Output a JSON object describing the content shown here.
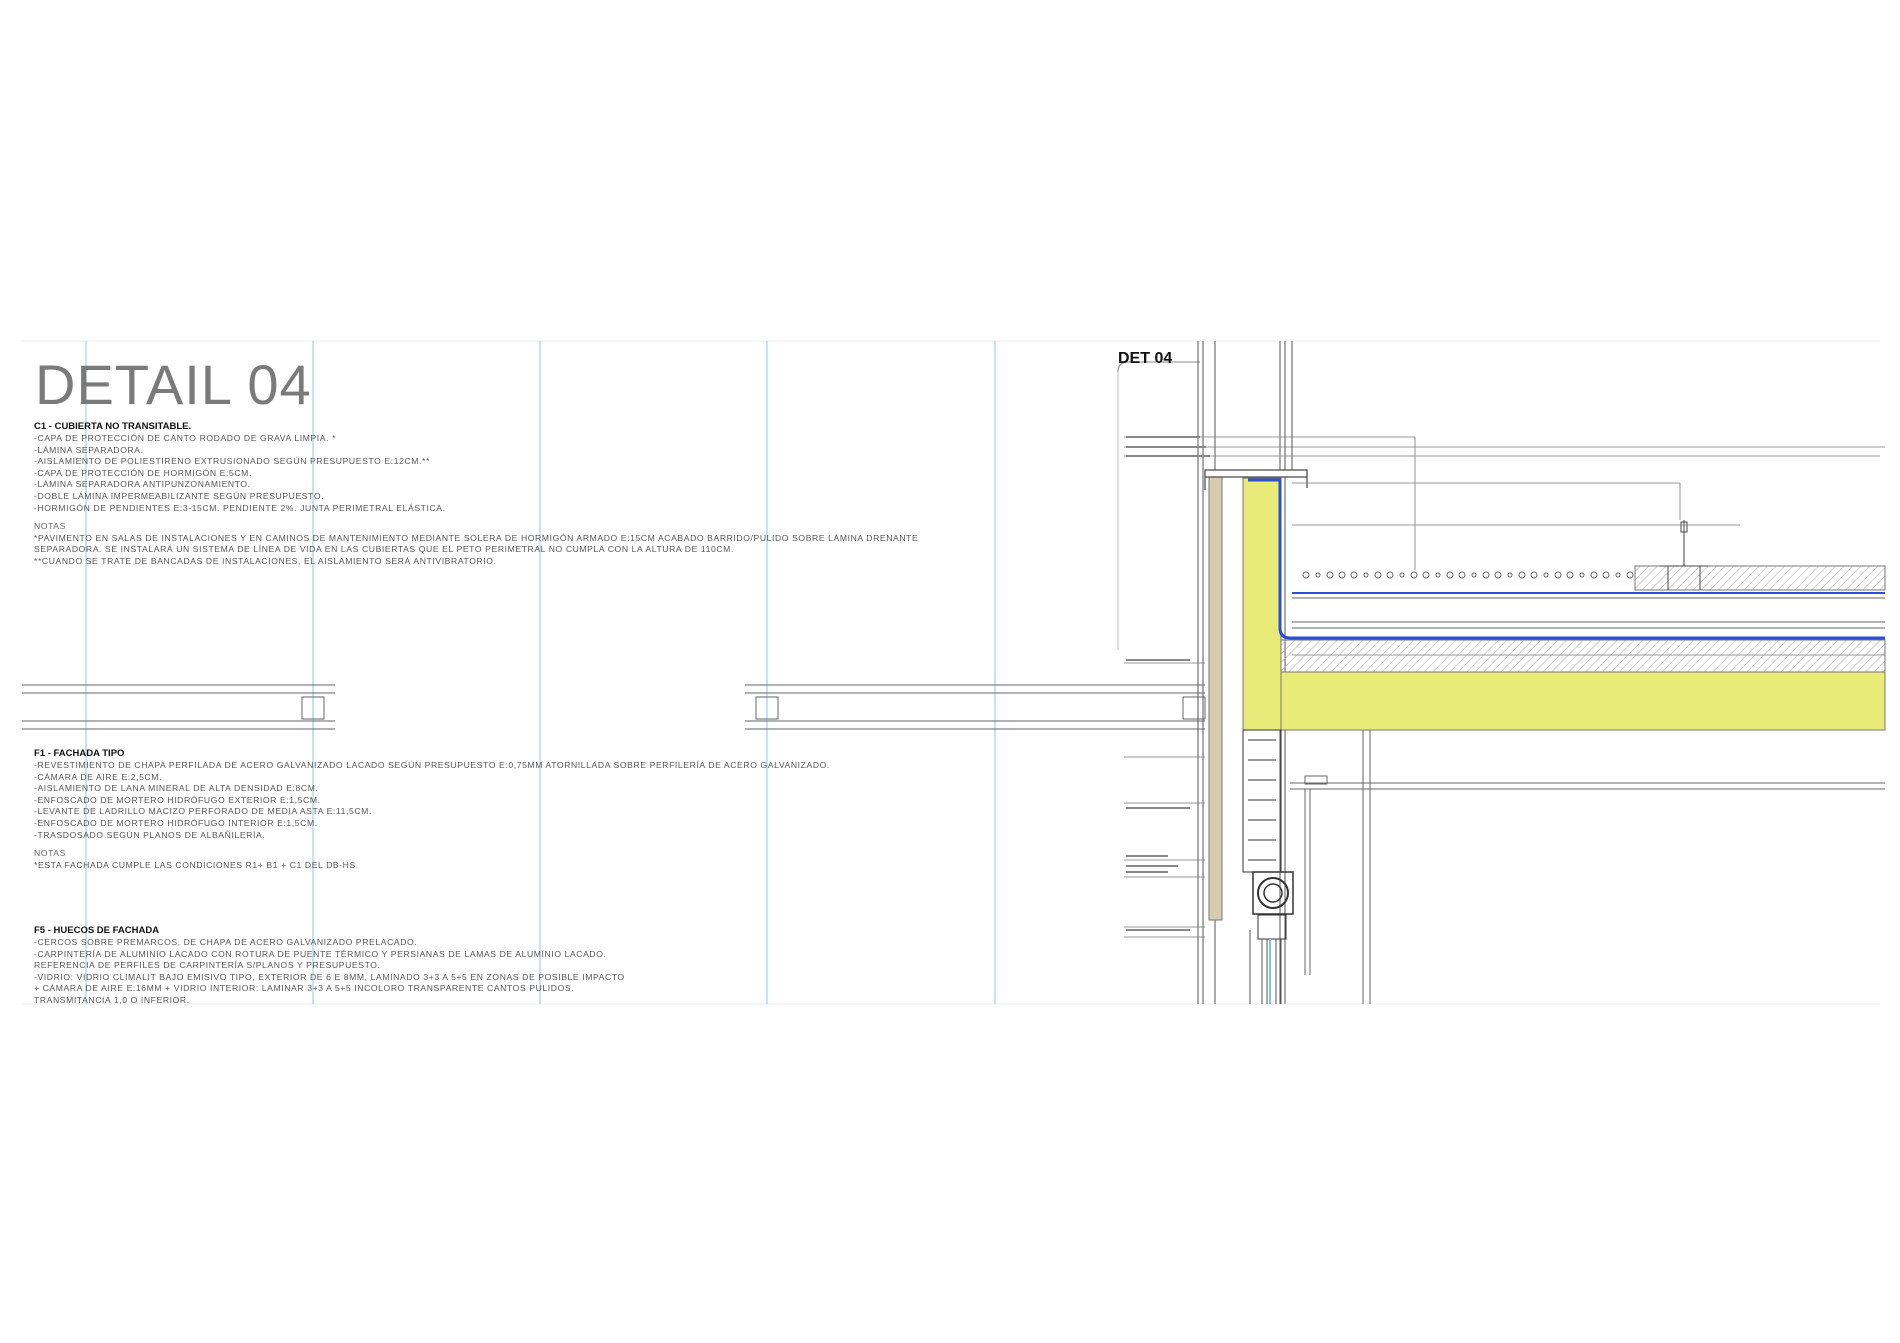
{
  "title": "DETAIL 04",
  "detail_label": "DET 04",
  "sections": [
    {
      "heading": "C1 - CUBIERTA NO TRANSITABLE.",
      "lines": [
        "-CAPA DE PROTECCIÓN DE CANTO RODADO DE GRAVA LIMPIA. *",
        "-LÁMINA SEPARADORA.",
        "-AISLAMIENTO DE POLIESTIRENO EXTRUSIONADO SEGÚN PRESUPUESTO E:12CM.**",
        "-CAPA DE PROTECCIÓN DE HORMIGÓN E:5CM.",
        "-LÁMINA SEPARADORA ANTIPUNZONAMIENTO.",
        "-DOBLE LÁMINA IMPERMEABILIZANTE SEGÚN PRESUPUESTO.",
        "-HORMIGÓN DE PENDIENTES E:3-15CM. PENDIENTE 2%. JUNTA PERIMETRAL ELÁSTICA."
      ],
      "notes_label": "NOTAS",
      "notes": [
        "*PAVIMENTO EN SALAS DE INSTALACIONES Y EN CAMINOS DE MANTENIMIENTO MEDIANTE SOLERA DE HORMIGÓN ARMADO E:15CM  ACABADO BARRIDO/PULIDO SOBRE LÁMINA DRENANTE",
        "SEPARADORA. SE INSTALARÁ UN SISTEMA DE LÍNEA DE VIDA EN LAS CUBIERTAS QUE EL PETO PERIMETRAL NO CUMPLA CON LA ALTURA DE 110CM.",
        "**CUANDO SE TRATE DE BANCADAS DE INSTALACIONES, EL AISLAMIENTO SERÁ ANTIVIBRATORIO."
      ]
    },
    {
      "heading": "F1 - FACHADA TIPO",
      "lines": [
        "-REVESTIMIENTO DE CHAPA PERFILADA DE ACERO GALVANIZADO LACADO SEGÚN PRESUPUESTO E:0,75MM ATORNILLADA SOBRE PERFILERÍA DE ACERO GALVANIZADO.",
        "-CÁMARA DE AIRE E:2,5CM.",
        "-AISLAMIENTO DE LANA MINERAL DE ALTA DENSIDAD E:8CM.",
        "-ENFOSCADO DE MORTERO HIDRÓFUGO EXTERIOR E:1,5CM.",
        "-LEVANTE DE LADRILLO MACIZO PERFORADO DE MEDIA ASTA E:11,5CM.",
        "-ENFOSCADO DE MORTERO HIDRÓFUGO INTERIOR E:1,5CM.",
        "-TRASDOSADO SEGÚN PLANOS DE ALBAÑILERÍA."
      ],
      "notes_label": "NOTAS",
      "notes": [
        "*ESTA FACHADA CUMPLE LAS CONDICIONES R1+ B1 + C1 DEL DB-HS."
      ]
    },
    {
      "heading": "F5 - HUECOS DE FACHADA",
      "lines": [
        "-CERCOS SOBRE PREMARCOS, DE CHAPA DE ACERO GALVANIZADO PRELACADO.",
        "-CARPINTERÍA DE ALUMINIO LACADO CON ROTURA DE PUENTE TÉRMICO Y PERSIANAS DE LAMAS DE ALUMINIO LACADO.",
        "REFERENCIA DE PERFILES DE CARPINTERÍA S/PLANOS Y PRESUPUESTO.",
        "-VIDRIO: VIDRIO CLIMALIT BAJO EMISIVO TIPO, EXTERIOR DE 6 E 8MM, LAMINADO 3+3 A 5+5 EN ZONAS DE POSIBLE IMPACTO",
        "+ CÁMARA DE AIRE E:16MM + VIDRIO INTERIOR: LAMINAR 3+3 A 5+5 INCOLORO TRANSPARENTE CANTOS PULIDOS.",
        "TRANSMITANCIA 1,0 O INFERIOR."
      ]
    }
  ],
  "colors": {
    "grid_line": "#9fd3e6",
    "drawing_line": "#555555",
    "insulation_fill": "#e8eb78",
    "waterproofing": "#2a4fd6",
    "cladding_fill": "#d8ccb0",
    "title_gray": "#7a7a7a"
  }
}
